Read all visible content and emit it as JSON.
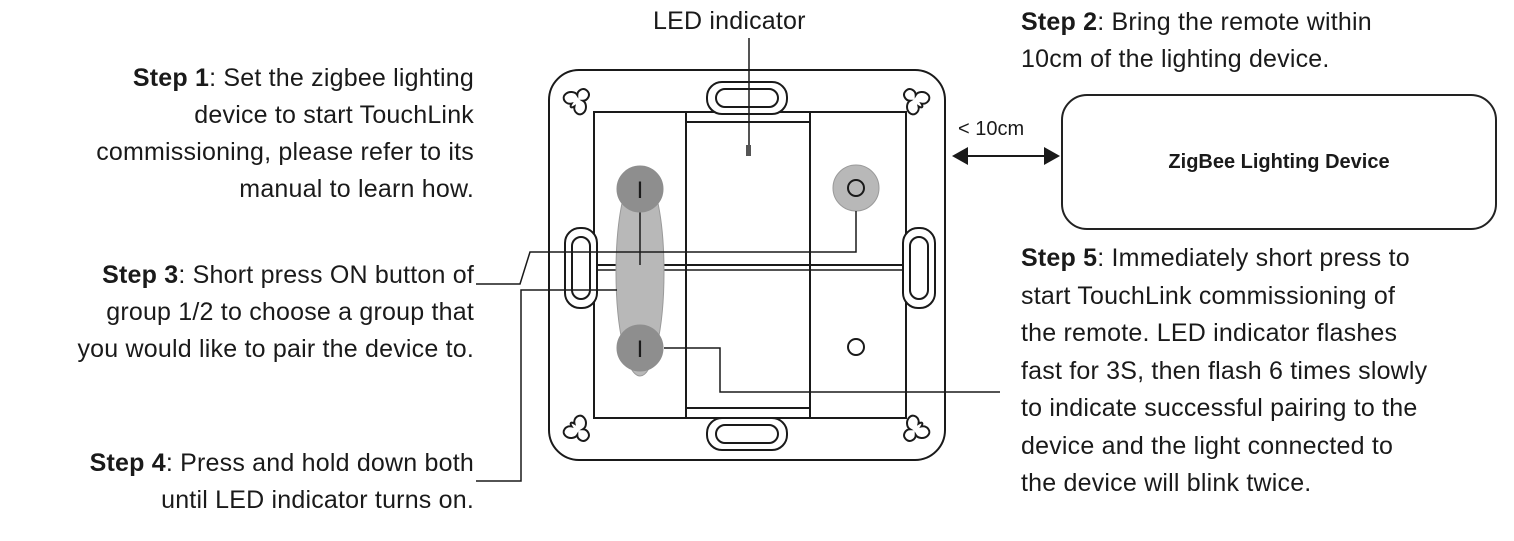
{
  "labels": {
    "led_indicator": "LED indicator",
    "distance": "< 10cm",
    "device": "ZigBee Lighting Device"
  },
  "steps": {
    "step1": {
      "label": "Step 1",
      "lines": [
        "Set the zigbee lighting",
        "device to start TouchLink",
        "commissioning, please refer to its",
        "manual to learn how."
      ]
    },
    "step2": {
      "label": "Step 2",
      "lines": [
        "Bring the remote within",
        "10cm of the lighting device."
      ]
    },
    "step3": {
      "label": "Step 3",
      "lines": [
        "Short press ON button of",
        "group 1/2 to choose a group that",
        "you would like to pair the device to."
      ]
    },
    "step4": {
      "label": "Step 4",
      "lines": [
        "Press and hold down both",
        "until LED indicator turns on."
      ]
    },
    "step5": {
      "label": "Step 5",
      "lines": [
        "Immediately short press to",
        "start TouchLink commissioning of",
        "the remote. LED indicator flashes",
        "fast for 3S, then flash 6 times slowly",
        "to indicate successful pairing to the",
        "device and the light connected to",
        "the device will blink twice."
      ]
    }
  },
  "button_symbols": {
    "on_top": "I",
    "on_bottom": "I"
  },
  "colors": {
    "line": "#1a1a1a",
    "highlight_fill": "#b8b8b8",
    "highlight_dark": "#8e8e8e"
  }
}
